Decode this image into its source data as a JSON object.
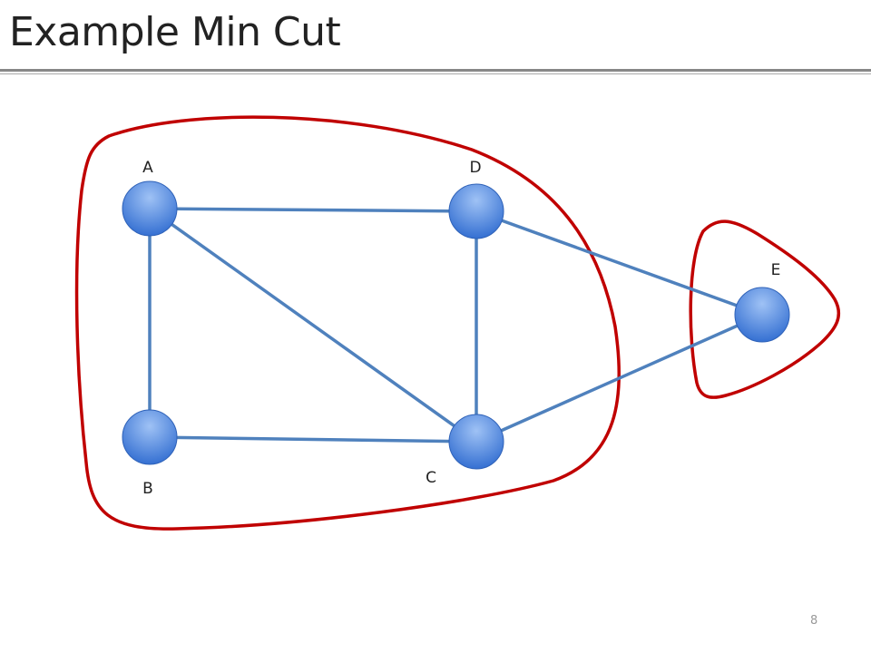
{
  "slide": {
    "title": "Example Min Cut",
    "page_number": "8"
  },
  "colors": {
    "edge": "#4f81bd",
    "cut_outline": "#c00000",
    "node_light": "#8fb6f0",
    "node_dark": "#3a73d4"
  },
  "graph": {
    "nodes": [
      {
        "id": "A",
        "label": "A"
      },
      {
        "id": "D",
        "label": "D"
      },
      {
        "id": "E",
        "label": "E"
      },
      {
        "id": "B",
        "label": "B"
      },
      {
        "id": "C",
        "label": "C"
      }
    ],
    "edges": [
      {
        "from": "A",
        "to": "D"
      },
      {
        "from": "A",
        "to": "B"
      },
      {
        "from": "A",
        "to": "C"
      },
      {
        "from": "D",
        "to": "C"
      },
      {
        "from": "B",
        "to": "C"
      },
      {
        "from": "D",
        "to": "E"
      },
      {
        "from": "C",
        "to": "E"
      }
    ],
    "cut_groups": [
      {
        "members": [
          "A",
          "B",
          "C",
          "D"
        ]
      },
      {
        "members": [
          "E"
        ]
      }
    ]
  }
}
